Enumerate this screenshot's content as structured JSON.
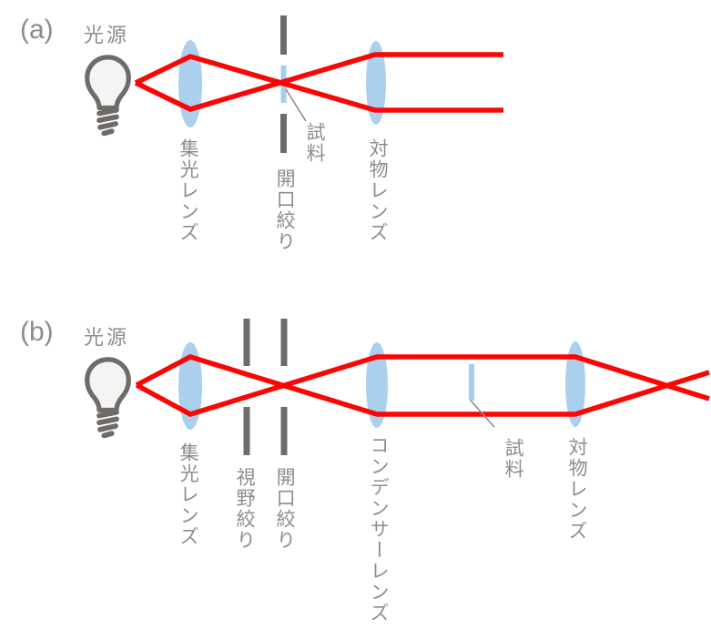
{
  "panels": {
    "a": {
      "tag": "(a)",
      "light_source": "光源",
      "collector_lens": "集光レンズ",
      "aperture_stop": "開口絞り",
      "specimen": "試料",
      "objective_lens": "対物レンズ"
    },
    "b": {
      "tag": "(b)",
      "light_source": "光源",
      "collector_lens": "集光レンズ",
      "field_stop": "視野絞り",
      "aperture_stop": "開口絞り",
      "condenser_lens": "コンデンサーレンズ",
      "specimen": "試料",
      "objective_lens": "対物レンズ"
    }
  },
  "icons": {
    "light_source": "light-bulb-icon"
  },
  "colors": {
    "ray_red": "#fb0505",
    "lens_blue": "#abd0ee",
    "specimen_blue": "#a5cdec",
    "component_gray": "#6f6b69",
    "label_gray": "#8c8c8c",
    "bulb_fill": "#f4f4f3"
  }
}
